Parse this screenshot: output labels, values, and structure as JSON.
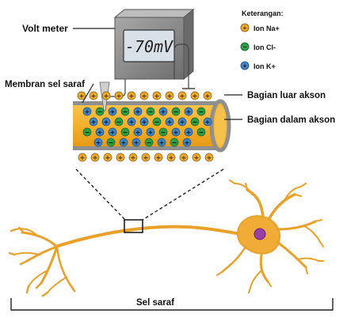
{
  "voltmeter": {
    "label": "Volt meter",
    "display": "-70mV"
  },
  "legend": {
    "title": "Keterangan:",
    "items": [
      {
        "symbol": "+",
        "label": "Ion Na+",
        "color": "#f2a92a"
      },
      {
        "symbol": "−",
        "label": "Ion Cl-",
        "color": "#2e9e44"
      },
      {
        "symbol": "+",
        "label": "Ion K+",
        "color": "#3f86c8"
      }
    ]
  },
  "labels": {
    "membrane": "Membran sel saraf",
    "outside": "Bagian luar akson",
    "inside": "Bagian dalam akson",
    "neuron": "Sel saraf"
  },
  "colors": {
    "axon_fill": "#f6b731",
    "axon_border": "#9a9a9a",
    "neuron": "#e9a12a",
    "nucleus": "#9b3fa8",
    "meter_body": "#8e8e8e",
    "screen": "#d9e1e8"
  }
}
